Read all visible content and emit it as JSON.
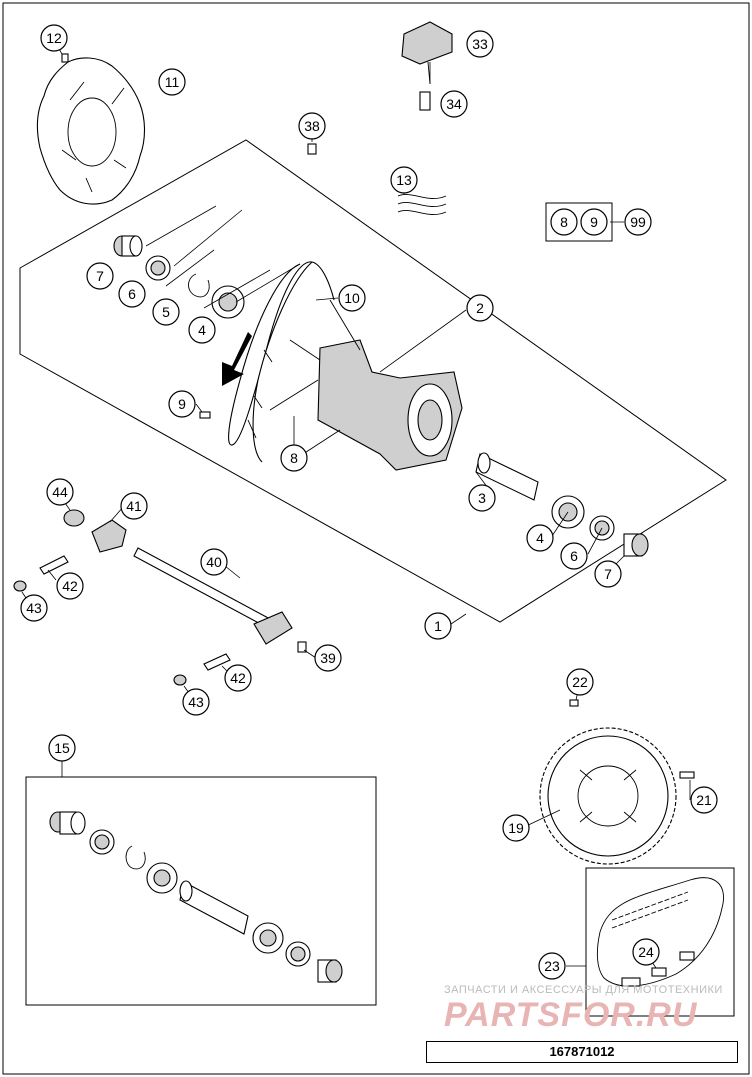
{
  "callouts": {
    "c1": "1",
    "c2": "2",
    "c3": "3",
    "c4a": "4",
    "c4b": "4",
    "c5": "5",
    "c6a": "6",
    "c6b": "6",
    "c7a": "7",
    "c7b": "7",
    "c8a": "8",
    "c8b": "8",
    "c9a": "9",
    "c9b": "9",
    "c10": "10",
    "c11": "11",
    "c12": "12",
    "c13": "13",
    "c15": "15",
    "c19": "19",
    "c21": "21",
    "c22": "22",
    "c23": "23",
    "c24": "24",
    "c33": "33",
    "c34": "34",
    "c38": "38",
    "c39": "39",
    "c40": "40",
    "c41": "41",
    "c42a": "42",
    "c42b": "42",
    "c43a": "43",
    "c43b": "43",
    "c44": "44",
    "c99": "99"
  },
  "watermark": {
    "line1": "ЗАПЧАСТИ И АКСЕССУАРЫ ДЛЯ МОТОТЕХНИКИ",
    "brand": "PARTSFOR.RU"
  },
  "document_number": "167871012"
}
